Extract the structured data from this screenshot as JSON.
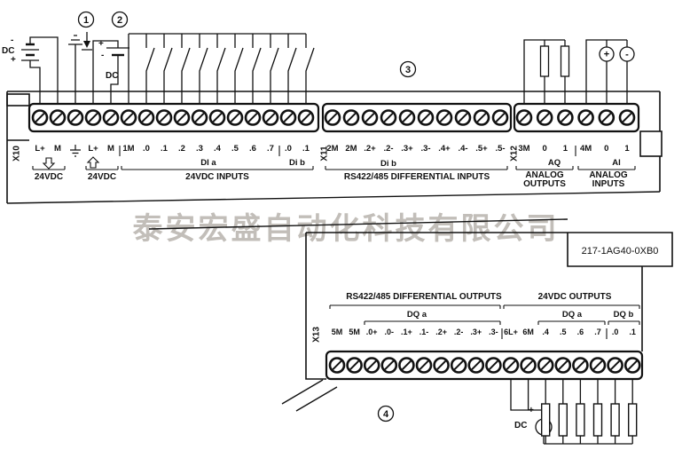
{
  "callouts": {
    "c1": "1",
    "c2": "2",
    "c3": "3",
    "c4": "4"
  },
  "watermark": "泰安宏盛自动化科技有限公司",
  "part_number": "217-1AG40-0XB0",
  "top_left_supply": {
    "label": "DC",
    "plus": "+",
    "minus": "-"
  },
  "sensor_supply": {
    "label": "DC",
    "plus": "+",
    "minus": "-"
  },
  "output_supply": {
    "label": "DC",
    "plus": "+",
    "wave": "~"
  },
  "icons": {
    "supply_in": "down-arrow",
    "sensor_supply_out": "up-arrow",
    "earth": "ground",
    "functional_earth": "ground-arrow",
    "screw_terminal": "screw-head"
  },
  "connectors": {
    "x10": {
      "name": "X10",
      "terminals": [
        "L+",
        "M",
        "",
        "L+",
        "M",
        "1M",
        ".0",
        ".1",
        ".2",
        ".3",
        ".4",
        ".5",
        ".6",
        ".7",
        ".0",
        ".1"
      ],
      "sub_labels": {
        "di_a": "DI a",
        "di_b": "Di b"
      },
      "captions": {
        "supply1": "24VDC",
        "supply2": "24VDC",
        "inputs": "24VDC INPUTS"
      }
    },
    "x11": {
      "name": "X11",
      "terminals": [
        "2M",
        "2M",
        ".2+",
        ".2-",
        ".3+",
        ".3-",
        ".4+",
        ".4-",
        ".5+",
        ".5-"
      ],
      "sub_labels": {
        "di_b": "Di b"
      },
      "caption": "RS422/485 DIFFERENTIAL INPUTS"
    },
    "x12": {
      "name": "X12",
      "terminals": [
        "3M",
        "0",
        "1",
        "4M",
        "0",
        "1"
      ],
      "sub_labels": {
        "aq": "AQ",
        "ai": "AI"
      },
      "captions": {
        "analog_outputs": [
          "ANALOG",
          "OUTPUTS"
        ],
        "analog_inputs": [
          "ANALOG",
          "INPUTS"
        ]
      },
      "source_marks": [
        "+",
        "-"
      ]
    },
    "x13": {
      "name": "X13",
      "terminals": [
        "5M",
        "5M",
        ".0+",
        ".0-",
        ".1+",
        ".1-",
        ".2+",
        ".2-",
        ".3+",
        ".3-",
        "6L+",
        "6M",
        ".4",
        ".5",
        ".6",
        ".7",
        ".0",
        ".1"
      ],
      "sub_labels": {
        "dq_a1": "DQ a",
        "dq_a2": "DQ a",
        "dq_b": "DQ b"
      },
      "captions": {
        "diff_outputs": "RS422/485 DIFFERENTIAL OUTPUTS",
        "dc_outputs": "24VDC OUTPUTS"
      }
    }
  }
}
